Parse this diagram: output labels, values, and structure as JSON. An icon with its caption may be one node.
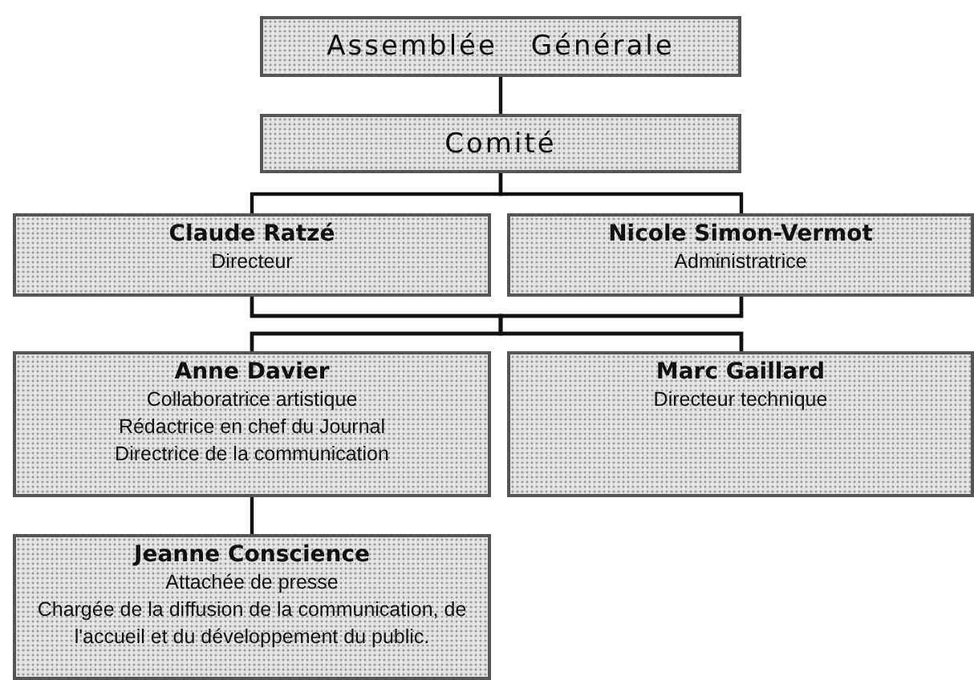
{
  "diagram": {
    "nodes": [
      {
        "text": [
          "Assemblée Générale"
        ]
      },
      {
        "text": [
          "Comité"
        ]
      },
      {
        "text": [
          "Claude Ratzé",
          "Directeur"
        ]
      },
      {
        "text": [
          "Nicole Simon-Vermot",
          "Administratrice"
        ]
      },
      {
        "text": [
          "Anne Davier",
          "Collaboratrice artistique",
          "Rédactrice en chef du Journal",
          "Directrice de la communication"
        ]
      },
      {
        "text": [
          "Marc Gaillard",
          "Directeur technique"
        ]
      },
      {
        "text": [
          "Jeanne Conscience",
          "Attachée de presse",
          "Chargée de la diffusion de la communication, de l'accueil et du développement du public."
        ]
      }
    ],
    "edges": [
      {
        "from": 0,
        "to": 1,
        "arrow": "none"
      },
      {
        "from": 1,
        "to": 2,
        "arrow": "none"
      },
      {
        "from": 1,
        "to": 3,
        "arrow": "none"
      },
      {
        "from": 2,
        "to": 4,
        "arrow": "none"
      },
      {
        "from": 2,
        "to": 5,
        "arrow": "none"
      },
      {
        "from": 3,
        "to": 4,
        "arrow": "none"
      },
      {
        "from": 3,
        "to": 5,
        "arrow": "none"
      },
      {
        "from": 4,
        "to": 6,
        "arrow": "none"
      }
    ]
  }
}
